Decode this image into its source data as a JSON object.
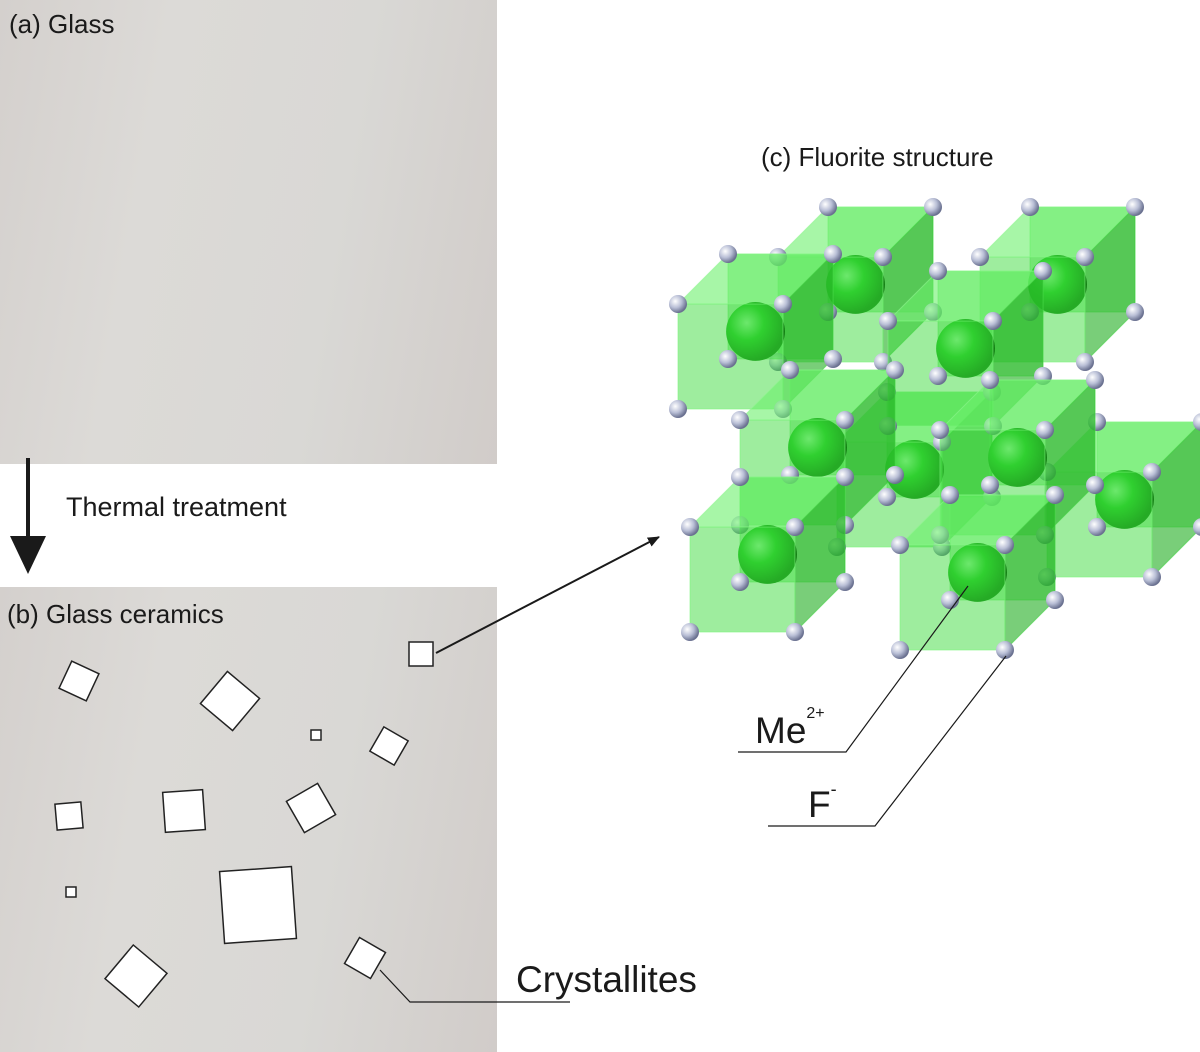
{
  "panels": {
    "a": {
      "label": "(a) Glass"
    },
    "b": {
      "label": "(b) Glass ceramics"
    },
    "c": {
      "label": "(c) Fluorite structure"
    }
  },
  "process": {
    "label": "Thermal treatment"
  },
  "annotations": {
    "crystallites": "Crystallites",
    "cation_symbol": "Me",
    "cation_charge": "2+",
    "anion_symbol": "F",
    "anion_charge": "-"
  },
  "colors": {
    "cube": "#3ddc3d",
    "cation": "#1fb51f",
    "anion": "#b9bfd6"
  }
}
